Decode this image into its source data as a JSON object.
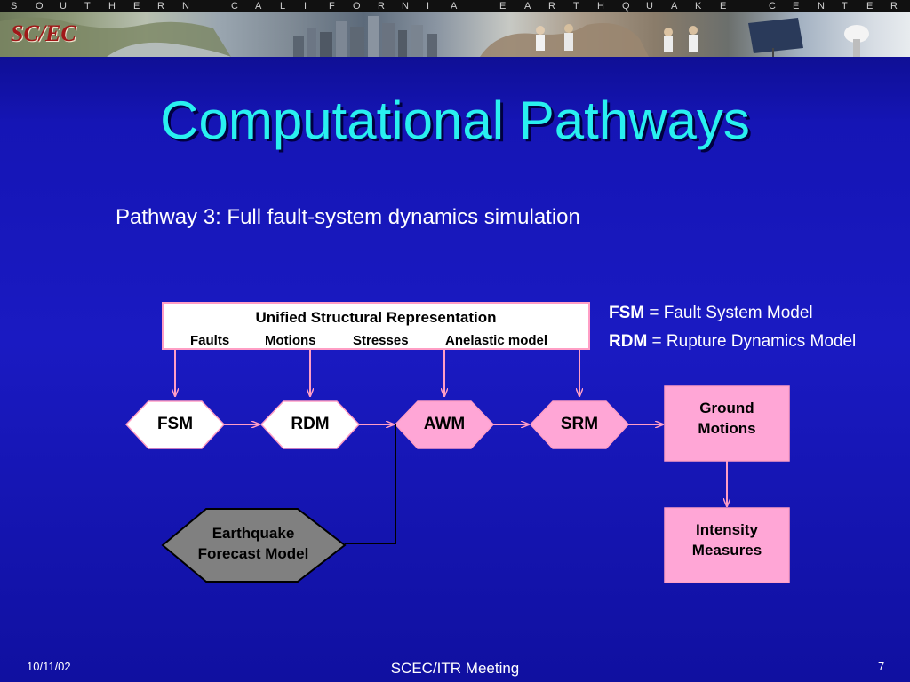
{
  "banner": {
    "letters": [
      "S",
      "O",
      "U",
      "T",
      "H",
      "E",
      "R",
      "N",
      "",
      "C",
      "A",
      "L",
      "I",
      "F",
      "O",
      "R",
      "N",
      "I",
      "A",
      "",
      "E",
      "A",
      "R",
      "T",
      "H",
      "Q",
      "U",
      "A",
      "K",
      "E",
      "",
      "C",
      "E",
      "N",
      "T",
      "E",
      "R"
    ],
    "logo": "SC/EC"
  },
  "slide": {
    "title": "Computational Pathways",
    "subtitle": "Pathway 3:  Full fault-system dynamics simulation"
  },
  "usr": {
    "title": "Unified Structural Representation",
    "items": [
      "Faults",
      "Motions",
      "Stresses",
      "Anelastic model"
    ]
  },
  "legend": [
    {
      "abbr": "FSM",
      "text": " = Fault System Model"
    },
    {
      "abbr": "RDM",
      "text": " = Rupture Dynamics Model"
    }
  ],
  "nodes": {
    "fsm": "FSM",
    "rdm": "RDM",
    "awm": "AWM",
    "srm": "SRM",
    "ground_line1": "Ground",
    "ground_line2": "Motions",
    "intensity_line1": "Intensity",
    "intensity_line2": "Measures",
    "efm_line1": "Earthquake",
    "efm_line2": "Forecast Model"
  },
  "colors": {
    "white_node": "#ffffff",
    "pink_node": "#ffa6d6",
    "gray_node": "#808080",
    "arrow": "#ff9ec5",
    "title": "#29f0f0"
  },
  "footer": {
    "date": "10/11/02",
    "center": "SCEC/ITR Meeting",
    "page": "7"
  }
}
